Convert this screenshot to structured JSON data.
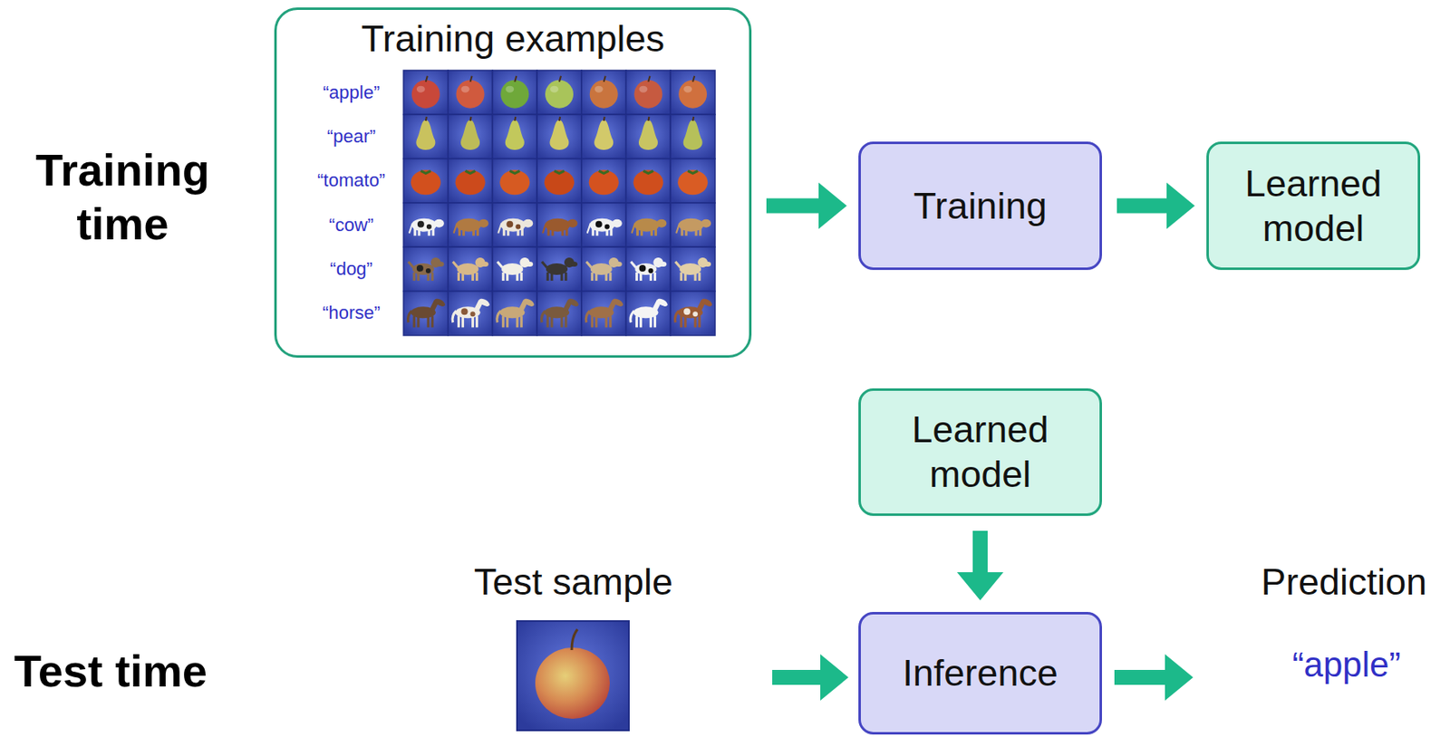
{
  "diagram": {
    "nodes": [
      {
        "text": [
          "Training examples"
        ]
      },
      {
        "text": [
          "Training"
        ]
      },
      {
        "text": [
          "Learned model"
        ]
      },
      {
        "text": [
          "Learned model"
        ]
      },
      {
        "text": [
          "Inference"
        ]
      }
    ],
    "edges": [
      {
        "from": 0,
        "to": 1,
        "arrow": "to"
      },
      {
        "from": 1,
        "to": 2,
        "arrow": "to"
      },
      {
        "from": 3,
        "to": 4,
        "arrow": "to"
      }
    ],
    "labels": [
      "Training time",
      "“apple”",
      "“pear”",
      "“tomato”",
      "“cow”",
      "“dog”",
      "“horse”",
      "Test time",
      "Test sample",
      "Prediction",
      "“apple”"
    ]
  }
}
